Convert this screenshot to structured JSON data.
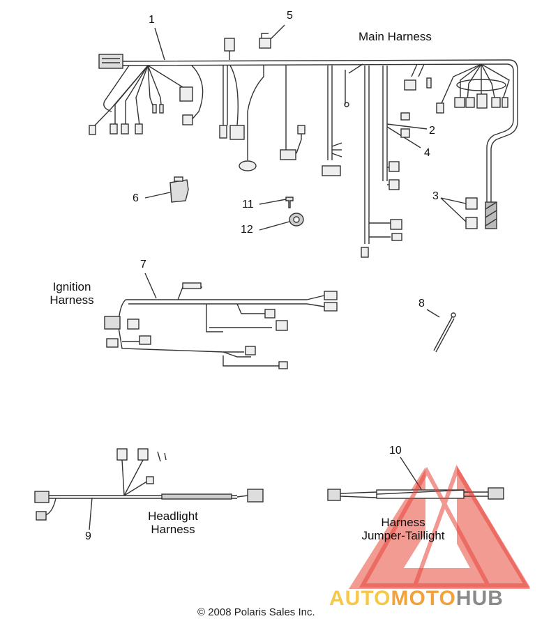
{
  "titles": {
    "main_harness": "Main Harness",
    "ignition_harness_l1": "Ignition",
    "ignition_harness_l2": "Harness",
    "headlight_harness_l1": "Headlight",
    "headlight_harness_l2": "Harness",
    "taillight_harness_l1": "Harness",
    "taillight_harness_l2": "Jumper-Taillight"
  },
  "callouts": [
    "1",
    "2",
    "3",
    "4",
    "5",
    "6",
    "7",
    "8",
    "9",
    "10",
    "11",
    "12"
  ],
  "copyright": "© 2008 Polaris Sales Inc.",
  "watermark": {
    "part1": "AUTO",
    "part2": "MOTO",
    "part3": "HUB"
  },
  "colors": {
    "line": "#333333",
    "watermark_red": "#e8453c",
    "watermark_yellow": "#f6c84a",
    "watermark_orange": "#f3a23a",
    "watermark_gray": "#8a8a8a"
  }
}
